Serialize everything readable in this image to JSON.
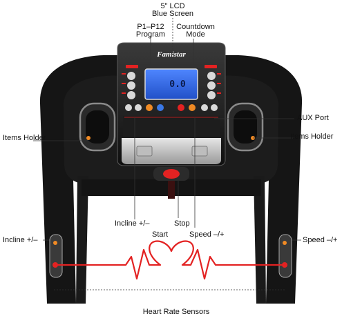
{
  "labels": {
    "lcd_line1": "5\" LCD",
    "lcd_line2": "Blue Screen",
    "program_line1": "P1–P12",
    "program_line2": "Program",
    "countdown_line1": "Countdown",
    "countdown_line2": "Mode",
    "aux_port": "AUX Port",
    "items_holder_left": "Items Holder",
    "items_holder_right": "Items Holder",
    "incline_center": "Incline +/–",
    "stop": "Stop",
    "start": "Start",
    "speed_center": "Speed –/+",
    "incline_left": "Incline +/–",
    "speed_right": "Speed –/+",
    "heart_rate_sensors": "Heart Rate Sensors"
  },
  "console": {
    "brand": "Famistar",
    "lcd_reading": "0.0"
  },
  "colors": {
    "frame": "#151515",
    "accent_red": "#e32222",
    "lcd_blue": "#2a63e0",
    "orange_dot": "#f08a24"
  }
}
